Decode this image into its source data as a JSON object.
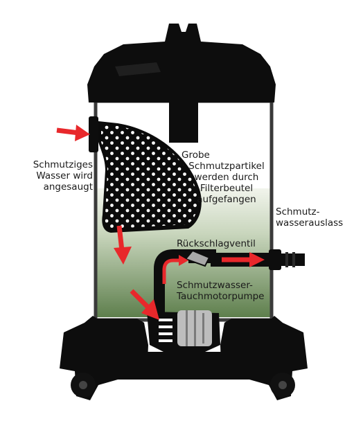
{
  "labels": {
    "intake_line1": "Schmutziges",
    "intake_line2": "Wasser wird",
    "intake_line3": "angesaugt",
    "filter_line1": "Grobe",
    "filter_line2": "Schmutzpartikel",
    "filter_line3": "werden durch",
    "filter_line4": "Filterbeutel",
    "filter_line5": "aufgefangen",
    "outlet_line1": "Schmutz-",
    "outlet_line2": "wasserauslass",
    "valve": "Rückschlagventil",
    "pump_line1": "Schmutzwasser-",
    "pump_line2": "Tauchmotorpumpe"
  },
  "colors": {
    "housing": "#0d0d0d",
    "tank_outline": "#4a4a4a",
    "water_top": "#e9efe3",
    "water_bottom": "#5e7f4d",
    "arrow": "#e8282b",
    "filter_dots": "#ffffff",
    "pump_body": "#bfbfbf",
    "valve": "#a8a8a8"
  }
}
